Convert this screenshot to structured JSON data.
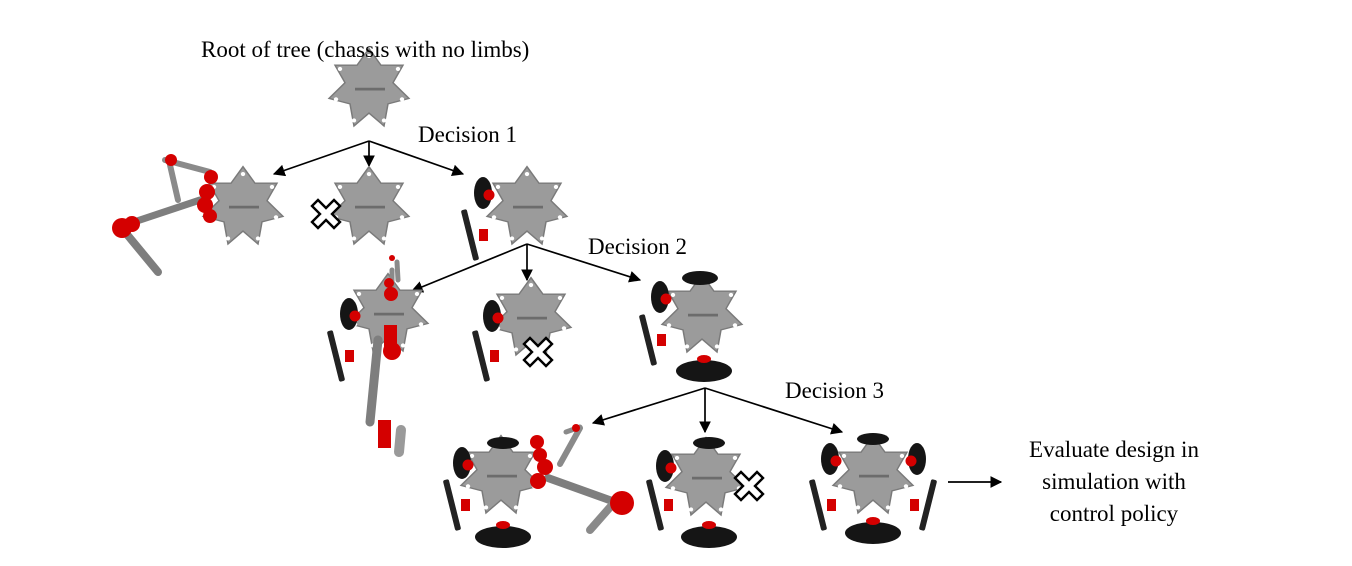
{
  "labels": {
    "root": "Root of tree (chassis with no limbs)",
    "decision_1": "Decision 1",
    "decision_2": "Decision 2",
    "decision_3": "Decision 3",
    "evaluate": [
      "Evaluate design in",
      "simulation with",
      "control policy"
    ]
  },
  "colors": {
    "chassis": "#9a9a9a",
    "chassis_edge": "#7c7c7c",
    "limb_red": "#d40000",
    "link_gray": "#808080",
    "wheel_black": "#151515",
    "arrow": "#000000"
  },
  "nodes": [
    {
      "id": "root",
      "rejected": false
    },
    {
      "id": "d1-arm",
      "rejected": false
    },
    {
      "id": "d1-none",
      "rejected": true
    },
    {
      "id": "d1-wheel",
      "rejected": false
    },
    {
      "id": "d2-arm",
      "rejected": false
    },
    {
      "id": "d2-none",
      "rejected": true
    },
    {
      "id": "d2-wheel",
      "rejected": false
    },
    {
      "id": "d3-arm",
      "rejected": false
    },
    {
      "id": "d3-none",
      "rejected": true
    },
    {
      "id": "d3-wheel",
      "rejected": false
    }
  ]
}
